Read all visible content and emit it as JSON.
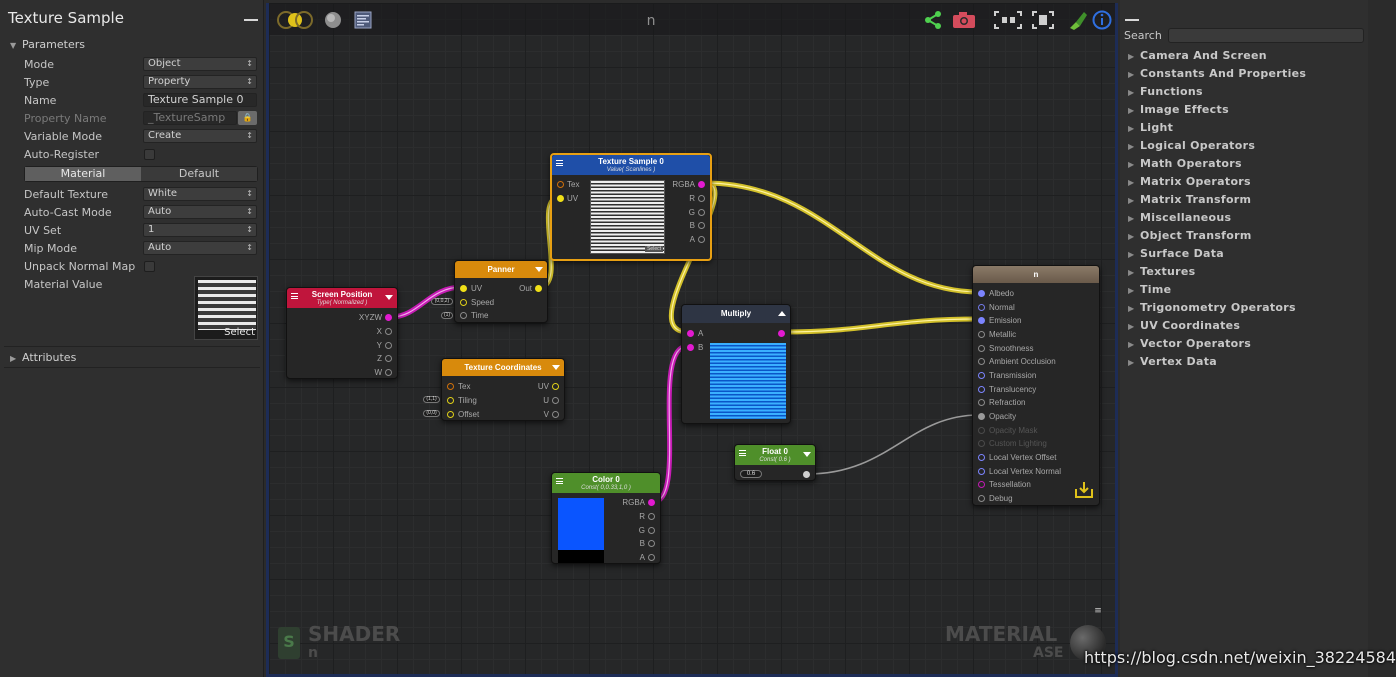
{
  "left_panel": {
    "title": "Texture Sample",
    "parameters_header": "Parameters",
    "rows": [
      {
        "label": "Mode",
        "value": "Object"
      },
      {
        "label": "Type",
        "value": "Property"
      },
      {
        "label": "Name",
        "value": "Texture Sample 0"
      },
      {
        "label": "Property Name",
        "value": "_TextureSamp"
      },
      {
        "label": "Variable Mode",
        "value": "Create"
      },
      {
        "label": "Auto-Register",
        "value": ""
      },
      {
        "label": "Default Texture",
        "value": "White"
      },
      {
        "label": "Auto-Cast Mode",
        "value": "Auto"
      },
      {
        "label": "UV Set",
        "value": "1"
      },
      {
        "label": "Mip Mode",
        "value": "Auto"
      },
      {
        "label": "Unpack Normal Map",
        "value": ""
      },
      {
        "label": "Material Value",
        "value": ""
      }
    ],
    "toggle": {
      "material": "Material",
      "default": "Default"
    },
    "preview_select": "Select",
    "attributes_header": "Attributes"
  },
  "canvas": {
    "title": "n",
    "shader_label": "SHADER",
    "shader_name": "n",
    "material_label": "MATERIAL",
    "material_name": "ASE",
    "colors": {
      "selected_border": "#e8a013",
      "wire_yellow": "#e6d22a",
      "wire_magenta": "#d81cc4",
      "wire_gray": "#9a9a9a"
    }
  },
  "nodes": {
    "texture_sample": {
      "title": "Texture Sample 0",
      "subtitle": "Value( Scanlines )",
      "in_tex": "Tex",
      "in_uv": "UV",
      "out_rgba": "RGBA",
      "out_r": "R",
      "out_g": "G",
      "out_b": "B",
      "out_a": "A",
      "select": "Select",
      "color": "#1f4fa8"
    },
    "panner": {
      "title": "Panner",
      "in_uv": "UV",
      "in_speed": "Speed",
      "in_time": "Time",
      "out": "Out",
      "speed_field": "(0,0,2)",
      "time_field": "(1)",
      "color": "#d88a0c"
    },
    "screen_position": {
      "title": "Screen Position",
      "subtitle": "Type( Normalized )",
      "out_xyzw": "XYZW",
      "out_x": "X",
      "out_y": "Y",
      "out_z": "Z",
      "out_w": "W",
      "color": "#c0153c"
    },
    "texture_coordinates": {
      "title": "Texture Coordinates",
      "in_tex": "Tex",
      "in_tiling": "Tiling",
      "in_offset": "Offset",
      "out_uv": "UV",
      "out_u": "U",
      "out_v": "V",
      "tiling_field": "(1,1)",
      "offset_field": "(0,0)",
      "color": "#d88a0c"
    },
    "multiply": {
      "title": "Multiply",
      "in_a": "A",
      "in_b": "B",
      "color": "#2e3544"
    },
    "color": {
      "title": "Color 0",
      "subtitle": "Const( 0,0.33,1,0 )",
      "out_rgba": "RGBA",
      "out_r": "R",
      "out_g": "G",
      "out_b": "B",
      "out_a": "A",
      "swatch": "#0a55ff",
      "color": "#4f8f2a"
    },
    "float": {
      "title": "Float 0",
      "subtitle": "Const( 0.6 )",
      "value": "0.6",
      "color": "#4f8f2a"
    },
    "output": {
      "title": "n",
      "color": "#7a6a5a",
      "inputs": [
        "Albedo",
        "Normal",
        "Emission",
        "Metallic",
        "Smoothness",
        "Ambient Occlusion",
        "Transmission",
        "Translucency",
        "Refraction",
        "Opacity",
        "Opacity Mask",
        "Custom Lighting",
        "Local Vertex Offset",
        "Local Vertex Normal",
        "Tessellation",
        "Debug"
      ]
    }
  },
  "right_panel": {
    "search_label": "Search",
    "search_placeholder": "",
    "categories": [
      "Camera And Screen",
      "Constants And Properties",
      "Functions",
      "Image Effects",
      "Light",
      "Logical Operators",
      "Math Operators",
      "Matrix Operators",
      "Matrix Transform",
      "Miscellaneous",
      "Object Transform",
      "Surface Data",
      "Textures",
      "Time",
      "Trigonometry Operators",
      "UV Coordinates",
      "Vector Operators",
      "Vertex Data"
    ]
  },
  "watermark_url": "https://blog.csdn.net/weixin_38224584"
}
